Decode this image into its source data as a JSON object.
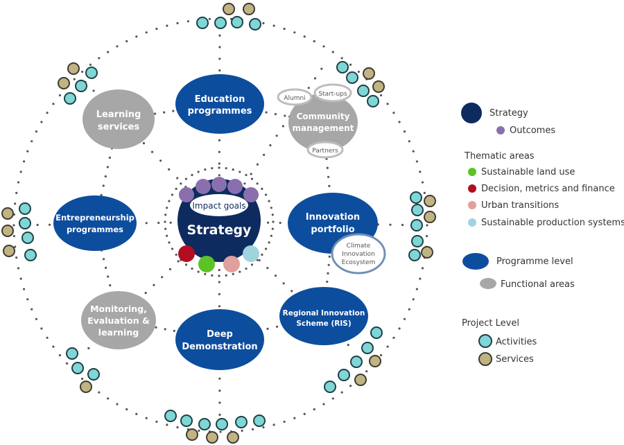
{
  "colors": {
    "strategy": "#0d2b5e",
    "outcomes": "#8a6fae",
    "programme": "#0d4d9e",
    "functional": "#a7a7a7",
    "activity_fill": "#7fd6d6",
    "activity_stroke": "#1f3f44",
    "service_fill": "#c2b384",
    "service_stroke": "#3b3b30",
    "dots": "#555555",
    "sustainable_land_use": "#5cc325",
    "decision_metrics_finance": "#b30d24",
    "urban_transitions": "#e0a09c",
    "sustainable_production": "#9fd4df"
  },
  "center": {
    "label": "Strategy",
    "impact_label": "Impact goals"
  },
  "programme_nodes": [
    {
      "id": "education",
      "lines": [
        "Education",
        "programmes"
      ]
    },
    {
      "id": "entrepreneurship",
      "lines": [
        "Entrepreneurship",
        "programmes"
      ]
    },
    {
      "id": "innovation",
      "lines": [
        "Innovation",
        "portfolio"
      ]
    },
    {
      "id": "deep-demo",
      "lines": [
        "Deep",
        "Demonstration"
      ]
    },
    {
      "id": "ris",
      "lines": [
        "Regional Innovation",
        "Scheme (RIS)"
      ]
    }
  ],
  "functional_nodes": [
    {
      "id": "learning",
      "lines": [
        "Learning",
        "services"
      ]
    },
    {
      "id": "community",
      "lines": [
        "Community",
        "management"
      ]
    },
    {
      "id": "monitoring",
      "lines": [
        "Monitoring,",
        "Evaluation &",
        "learning"
      ]
    }
  ],
  "sub_bubbles": {
    "alumni": "Alumni",
    "startups": "Start-ups",
    "partners": "Partners",
    "climate": [
      "Climate",
      "Innovation",
      "Ecosystem"
    ]
  },
  "legend": {
    "strategy": "Strategy",
    "outcomes": "Outcomes",
    "thematic_title": "Thematic areas",
    "thematic": [
      {
        "label": "Sustainable land use",
        "color_key": "sustainable_land_use"
      },
      {
        "label": "Decision, metrics and finance",
        "color_key": "decision_metrics_finance"
      },
      {
        "label": "Urban transitions",
        "color_key": "urban_transitions"
      },
      {
        "label": "Sustainable production systems",
        "color_key": "sustainable_production"
      }
    ],
    "programme_level": "Programme level",
    "functional_areas": "Functional areas",
    "project_title": "Project Level",
    "activities": "Activities",
    "services": "Services"
  }
}
